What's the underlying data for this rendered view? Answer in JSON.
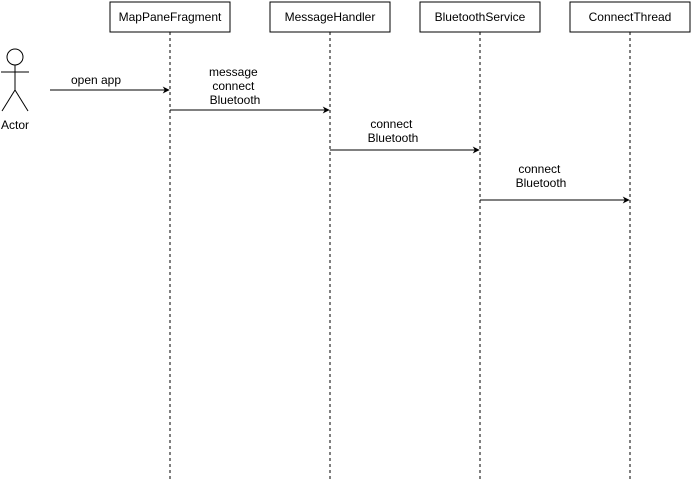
{
  "actor": {
    "label": "Actor"
  },
  "participants": [
    {
      "id": "mappane",
      "label": "MapPaneFragment"
    },
    {
      "id": "handler",
      "label": "MessageHandler"
    },
    {
      "id": "service",
      "label": "BluetoothService"
    },
    {
      "id": "thread",
      "label": "ConnectThread"
    }
  ],
  "messages": [
    {
      "from": "actor",
      "to": "mappane",
      "lines": [
        "open app"
      ]
    },
    {
      "from": "mappane",
      "to": "handler",
      "lines": [
        "message",
        "connect",
        "Bluetooth"
      ]
    },
    {
      "from": "handler",
      "to": "service",
      "lines": [
        "connect",
        "Bluetooth"
      ]
    },
    {
      "from": "service",
      "to": "thread",
      "lines": [
        "connect",
        "Bluetooth"
      ]
    }
  ],
  "colors": {
    "stroke": "#000000",
    "fill": "#ffffff",
    "text": "#000000"
  }
}
